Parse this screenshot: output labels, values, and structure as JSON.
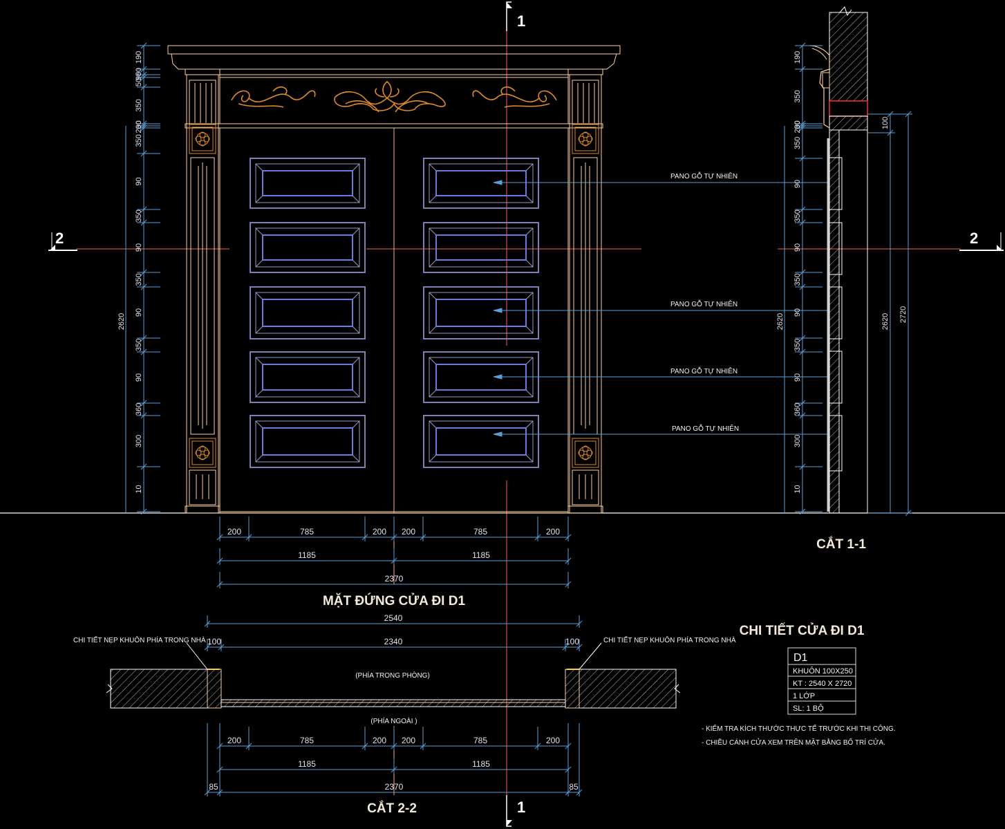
{
  "section_marks": {
    "cut_1": "1",
    "cut_2": "2"
  },
  "titles": {
    "elevation": "MẶT ĐỨNG CỬA ĐI D1",
    "section_1_1": "CẮT 1-1",
    "section_2_2": "CẮT 2-2",
    "detail": "CHI TIẾT CỬA ĐI D1"
  },
  "panel_label": "PANO GỖ TỰ NHIÊN",
  "elevation_dims_left": [
    "190",
    "50",
    "90",
    "50",
    "350",
    "30",
    "200",
    "350",
    "90",
    "350",
    "90",
    "350",
    "90",
    "350",
    "90",
    "360",
    "300",
    "10"
  ],
  "elevation_total_height": "2620",
  "elevation_dims_bottom": {
    "row1": [
      "200",
      "785",
      "200",
      "200",
      "785",
      "200"
    ],
    "row2": [
      "1185",
      "1185"
    ],
    "row3": [
      "2370"
    ]
  },
  "section1_dims_left": [
    "190",
    "350",
    "30",
    "200",
    "350",
    "90",
    "350",
    "90",
    "350",
    "90",
    "350",
    "90",
    "360",
    "300",
    "10"
  ],
  "section1_total_left": "2620",
  "section1_dims_right": [
    "100",
    "2620",
    "2720"
  ],
  "plan_dims": {
    "top_total": "2540",
    "top_row": [
      "100",
      "2340",
      "100"
    ],
    "bottom_row1": [
      "200",
      "785",
      "200",
      "200",
      "785",
      "200"
    ],
    "bottom_row2": [
      "1185",
      "1185"
    ],
    "bottom_row3": [
      "85",
      "2370",
      "85"
    ]
  },
  "plan_labels": {
    "inside": "(PHÍA TRONG PHÒNG)",
    "outside": "(PHÍA NGOÀI )",
    "trim_left": "CHI TIẾT NẸP KHUÔN PHÍA TRONG NHÀ",
    "trim_right": "CHI TIẾT NẸP KHUÔN PHÍA TRONG NHÀ"
  },
  "spec_box": {
    "code": "D1",
    "rows": [
      "KHUÔN 100X250",
      "KT : 2540 X 2720",
      "1 LỚP",
      "SL: 1 BỘ"
    ]
  },
  "notes": [
    "- KIỂM TRA KÍCH THƯỚC THỰC TẾ TRƯỚC KHI THI CÔNG.",
    "- CHIỀU CÁNH CỬA XEM TRÊN MẶT BẰNG BỐ TRÍ CỬA."
  ],
  "colors": {
    "background": "#000000",
    "outline": "#ffffff",
    "dimension": "#5aa0d8",
    "center_line": "#ff5a5a",
    "ornament": "#e08a2a",
    "panel": "#7f7fb8",
    "panel_inner": "#6a7ce0",
    "frame": "#ffd0a0"
  }
}
